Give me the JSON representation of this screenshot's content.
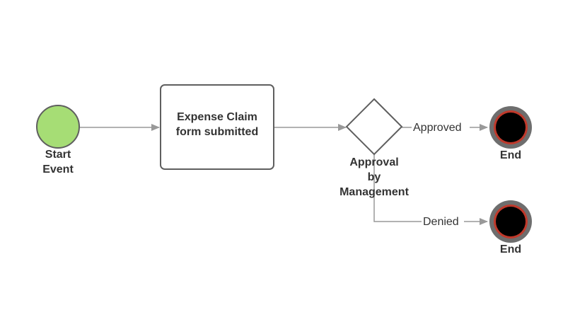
{
  "diagram": {
    "start_event": {
      "label": "Start\nEvent"
    },
    "task": {
      "label": "Expense Claim\nform submitted"
    },
    "gateway": {
      "label": "Approval\nby\nManagement"
    },
    "end_approved": {
      "label": "End"
    },
    "end_denied": {
      "label": "End"
    },
    "flows": {
      "approved": "Approved",
      "denied": "Denied"
    }
  },
  "colors": {
    "start_fill": "#a6dd75",
    "stroke": "#5f5f5f",
    "arrow": "#999999",
    "end_ring": "#6e6e6e",
    "end_accent": "#c0392b",
    "end_core": "#000000",
    "text": "#333333"
  }
}
